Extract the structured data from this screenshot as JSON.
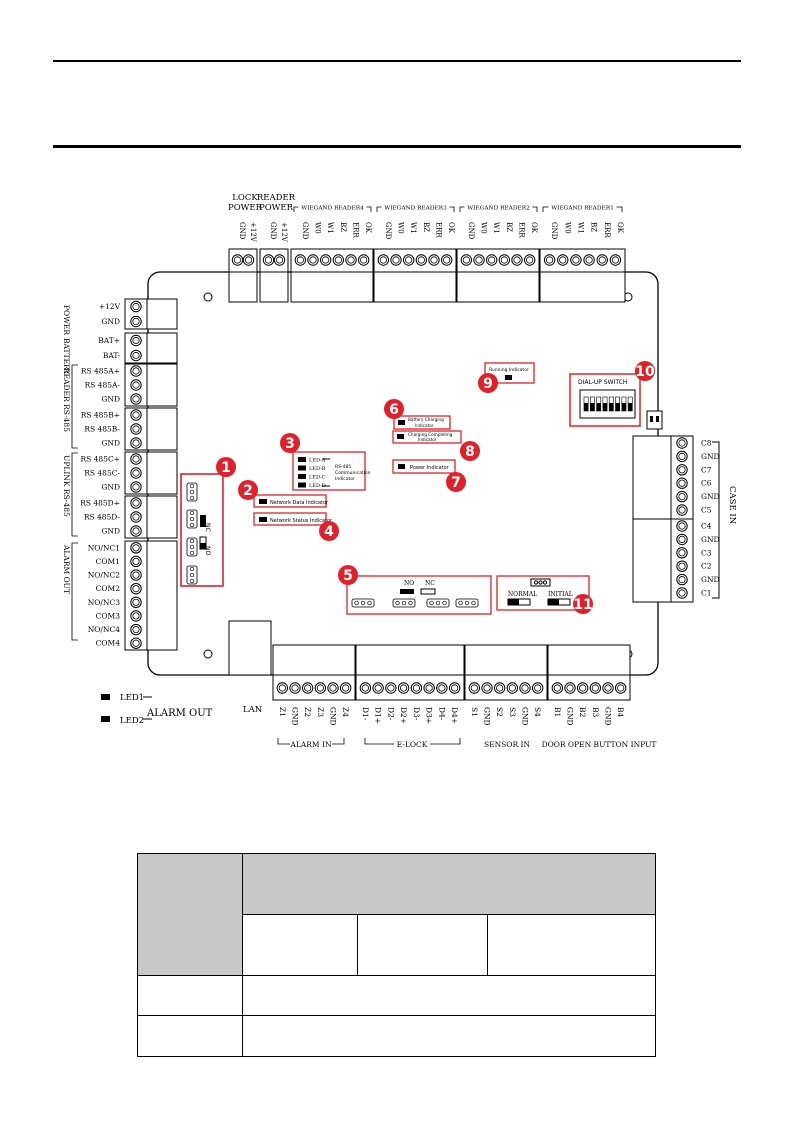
{
  "diagram": {
    "top_groups": {
      "lock_power": "LOCK\nPOWER",
      "reader_power": "READER\nPOWER"
    },
    "top_terminal_labels": {
      "lock_power": [
        "GND",
        "+12V"
      ],
      "reader_power": [
        "GND",
        "+12V"
      ],
      "wiegand_reader4": [
        "GND",
        "W0",
        "W1",
        "BZ",
        "ERR",
        "OK"
      ],
      "wiegand_reader3": [
        "GND",
        "W0",
        "W1",
        "BZ",
        "ERR",
        "OK"
      ],
      "wiegand_reader2": [
        "GND",
        "W0",
        "W1",
        "BZ",
        "ERR",
        "OK"
      ],
      "wiegand_reader1": [
        "GND",
        "W0",
        "W1",
        "BZ",
        "ERR",
        "OK"
      ]
    },
    "wiegand_headers": [
      "WIEGAND READER4",
      "WIEGAND READER3",
      "WIEGAND READER2",
      "WIEGAND READER1"
    ],
    "left_side_groups": [
      "POWER",
      "BATTERY",
      "READER RS-485",
      "UPLINK RS-485",
      "ALARM OUT"
    ],
    "left_terminal_labels": [
      "+12V",
      "GND",
      "BAT+",
      "BAT-",
      "RS 485A+",
      "RS 485A-",
      "GND",
      "RS 485B+",
      "RS 485B-",
      "GND",
      "RS 485C+",
      "RS 485C-",
      "GND",
      "RS 485D+",
      "RS 485D-",
      "GND",
      "NO/NC1",
      "COM1",
      "NO/NC2",
      "COM2",
      "NO/NC3",
      "COM3",
      "NO/NC4",
      "COM4"
    ],
    "right_side_group": "CASE IN",
    "right_terminal_labels": [
      "C8",
      "GND",
      "C7",
      "C6",
      "GND",
      "C5",
      "C4",
      "GND",
      "C3",
      "C2",
      "GND",
      "C1"
    ],
    "bottom_terminal_labels": {
      "alarm_in": [
        "Z1",
        "GND",
        "Z2",
        "Z3",
        "GND",
        "Z4"
      ],
      "e_lock": [
        "D1-",
        "D1+",
        "D2-",
        "D2+",
        "D3-",
        "D3+",
        "D4-",
        "D4+"
      ],
      "sensor_in": [
        "S1",
        "GND",
        "S2",
        "S3",
        "GND",
        "S4"
      ],
      "door_open_button": [
        "B1",
        "GND",
        "B2",
        "B3",
        "GND",
        "B4"
      ]
    },
    "bottom_groups": [
      "ALARM IN",
      "E-LOCK",
      "SENSOR IN",
      "DOOR OPEN BUTTON INPUT"
    ],
    "led_labels": [
      "LED1",
      "LED2"
    ],
    "alarm_out_label": "ALARM OUT",
    "lan_label": "LAN",
    "indicators": {
      "running": "Running Indicator",
      "dial_switch": "DIAL-UP SWITCH",
      "battery_charging": "Battery Charging Indicator",
      "charging_completing": "Charging Completing Indicator",
      "power": "Power Indicator",
      "network_data": "Network Data Indicator",
      "network_status": "Network Status Indicator",
      "rs485_leds": [
        "LED-A",
        "LED-B",
        "LED-C",
        "LED-D"
      ],
      "rs485_comm": "RS-485 Communication Indicator",
      "jumper_nc": "NC",
      "jumper_no": "NO",
      "elock_no": "NO",
      "elock_nc": "NC",
      "normal": "NORMAL",
      "initial": "INITIAL"
    },
    "callouts": [
      "1",
      "2",
      "3",
      "4",
      "5",
      "6",
      "7",
      "8",
      "9",
      "10",
      "11"
    ],
    "colors": {
      "callout": "#e0202a",
      "box": "#e0202a",
      "gray_cell": "#c8c8c8"
    }
  }
}
